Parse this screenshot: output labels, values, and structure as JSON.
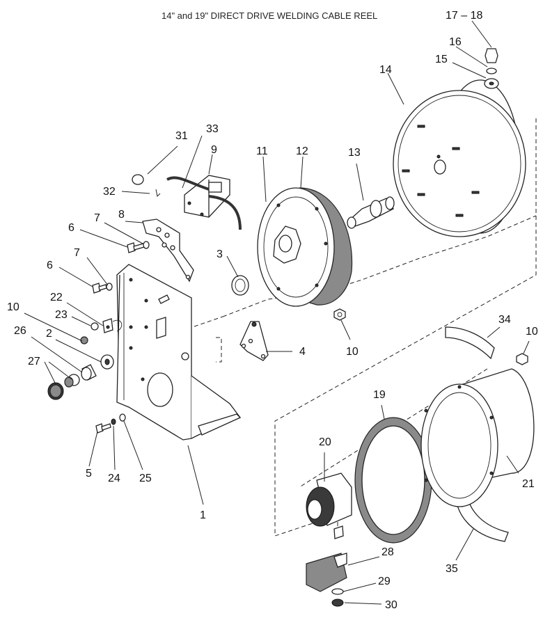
{
  "title": "14\" and 19\" DIRECT DRIVE WELDING CABLE REEL",
  "callouts": {
    "p1": "1",
    "p2": "2",
    "p3": "3",
    "p4": "4",
    "p5": "5",
    "p6a": "6",
    "p6b": "6",
    "p7a": "7",
    "p7b": "7",
    "p8": "8",
    "p9": "9",
    "p10a": "10",
    "p10b": "10",
    "p10c": "10",
    "p11": "11",
    "p12": "12",
    "p13": "13",
    "p14": "14",
    "p15": "15",
    "p16": "16",
    "p17_18": "17 – 18",
    "p19": "19",
    "p20": "20",
    "p21": "21",
    "p22": "22",
    "p23": "23",
    "p24": "24",
    "p25": "25",
    "p26": "26",
    "p27": "27",
    "p28": "28",
    "p29": "29",
    "p30": "30",
    "p31": "31",
    "p32": "32",
    "p33": "33",
    "p34": "34",
    "p35": "35"
  }
}
